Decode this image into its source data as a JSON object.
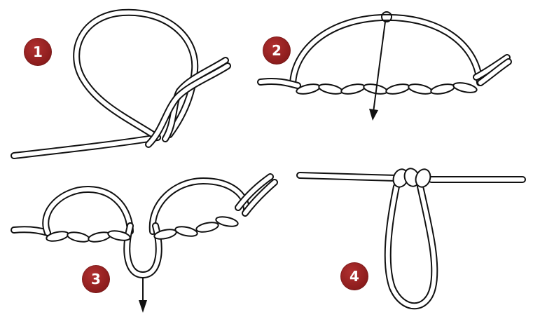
{
  "steps": [
    {
      "number": "1"
    },
    {
      "number": "2"
    },
    {
      "number": "3"
    },
    {
      "number": "4"
    }
  ],
  "colors": {
    "badge": "#8b1c1c",
    "line": "#111111",
    "rope_fill": "#ffffff",
    "background": "#ffffff"
  },
  "icons": [
    "arrow-down-icon",
    "pin-hole-icon"
  ]
}
